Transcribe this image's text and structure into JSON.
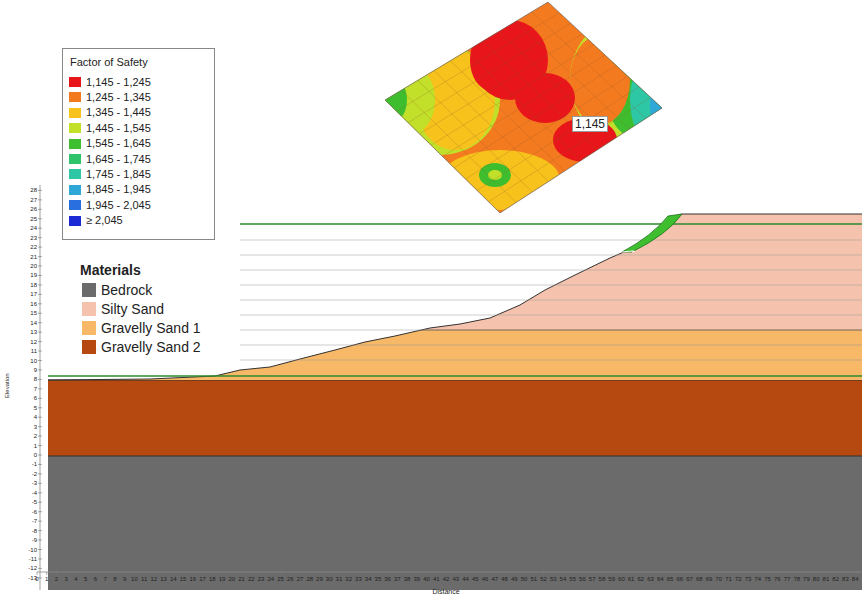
{
  "diagram": {
    "labels": [
      "Factor of Safety",
      "Materials",
      "1,145",
      "Elevation",
      "Distance",
      "28",
      "27",
      "26",
      "25",
      "24",
      "23",
      "22",
      "21",
      "20",
      "19",
      "18",
      "17",
      "16",
      "15",
      "14",
      "13",
      "12",
      "11",
      "10",
      "9",
      "8",
      "7",
      "6",
      "5",
      "4",
      "3",
      "2",
      "1",
      "0",
      "-1",
      "-2",
      "-3",
      "-4",
      "-5",
      "-6",
      "-7",
      "-8",
      "-9",
      "-10",
      "-11",
      "-12",
      "-13",
      "0",
      "1",
      "2",
      "3",
      "4",
      "5",
      "6",
      "7",
      "8",
      "9",
      "10",
      "11",
      "12",
      "13",
      "14",
      "15",
      "16",
      "17",
      "18",
      "19",
      "20",
      "21",
      "22",
      "23",
      "24",
      "25",
      "26",
      "27",
      "28",
      "29",
      "30",
      "31",
      "32",
      "33",
      "34",
      "35",
      "36",
      "37",
      "38",
      "39",
      "40",
      "41",
      "42",
      "43",
      "44",
      "45",
      "46",
      "47",
      "48",
      "49",
      "50",
      "51",
      "52",
      "53",
      "54",
      "55",
      "56",
      "57",
      "58",
      "59",
      "60",
      "61",
      "62",
      "63",
      "64",
      "65",
      "66",
      "67",
      "68",
      "69",
      "70",
      "71",
      "72",
      "73",
      "74",
      "75",
      "76",
      "77",
      "78",
      "79",
      "80",
      "81",
      "82",
      "83",
      "84"
    ],
    "legend": [
      {
        "text": "1,145 - 1,245",
        "color": "#e8161b"
      },
      {
        "text": "1,245 - 1,345",
        "color": "#f47a20"
      },
      {
        "text": "1,345 - 1,445",
        "color": "#f7c21c"
      },
      {
        "text": "1,445 - 1,545",
        "color": "#c2e02a"
      },
      {
        "text": "1,545 - 1,645",
        "color": "#3fbf2f"
      },
      {
        "text": "1,645 - 1,745",
        "color": "#2fc46a"
      },
      {
        "text": "1,745 - 1,845",
        "color": "#2ec7a5"
      },
      {
        "text": "1,845 - 1,945",
        "color": "#2fa8d8"
      },
      {
        "text": "1,945 - 2,045",
        "color": "#2a6fe0"
      },
      {
        "text": "≥ 2,045",
        "color": "#1c2ad6"
      },
      {
        "text": "Bedrock",
        "color": "#6b6b6b"
      },
      {
        "text": "Silty Sand",
        "color": "#f5c3ad"
      },
      {
        "text": "Gravelly Sand 1",
        "color": "#f7b867"
      },
      {
        "text": "Gravelly Sand 2",
        "color": "#b5490f"
      }
    ]
  }
}
